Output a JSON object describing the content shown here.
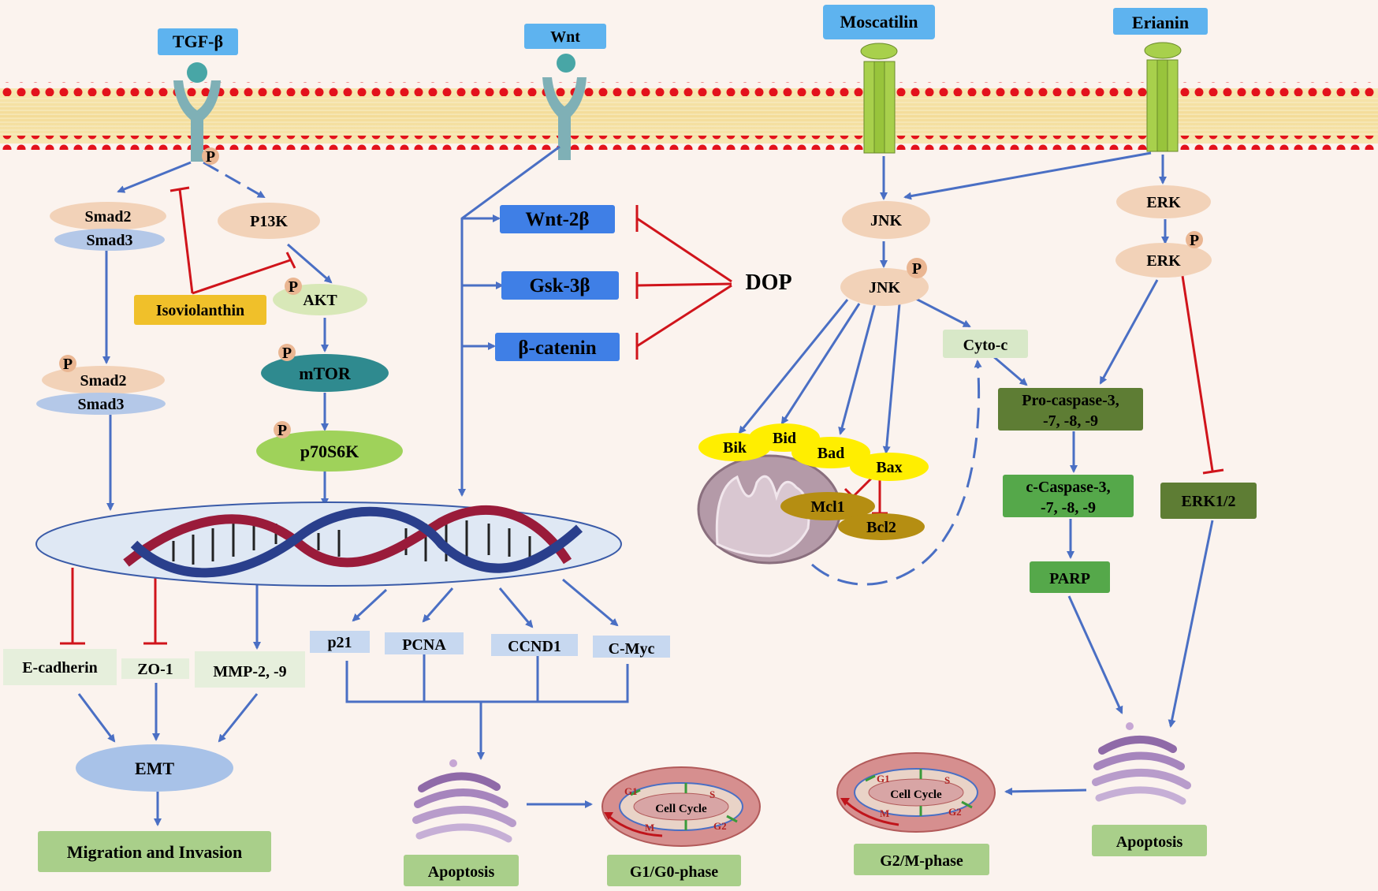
{
  "ligands": {
    "tgf_beta": "TGF-β",
    "wnt": "Wnt",
    "moscatilin": "Moscatilin",
    "erianin": "Erianin"
  },
  "phospho": "P",
  "tgf_pathway": {
    "smad2": "Smad2",
    "smad3": "Smad3",
    "p13k": "P13K",
    "akt": "AKT",
    "mtor": "mTOR",
    "p70s6k": "p70S6K",
    "isoviolanthin": "Isoviolanthin"
  },
  "wnt_pathway": {
    "wnt2b": "Wnt-2β",
    "gsk3b": "Gsk-3β",
    "b_catenin": "β-catenin",
    "dop": "DOP"
  },
  "dna_targets": {
    "e_cadherin": "E-cadherin",
    "zo1": "ZO-1",
    "mmp": "MMP-2,  -9",
    "emt": "EMT",
    "migration": "Migration and Invasion",
    "p21": "p21",
    "pcna": "PCNA",
    "ccnd1": "CCND1",
    "cmyc": "C-Myc"
  },
  "jnk_pathway": {
    "jnk": "JNK",
    "jnk_p": "JNK",
    "cyto_c": "Cyto-c",
    "bik": "Bik",
    "bid": "Bid",
    "bad": "Bad",
    "bax": "Bax",
    "mcl1": "Mcl1",
    "bcl2": "Bcl2"
  },
  "erk_pathway": {
    "erk": "ERK",
    "erk_p": "ERK",
    "procaspase_l1": "Pro-caspase-3,",
    "procaspase_l2": "-7, -8, -9",
    "ccaspase_l1": "c-Caspase-3,",
    "ccaspase_l2": "-7, -8, -9",
    "parp": "PARP",
    "erk12": "ERK1/2"
  },
  "outcomes": {
    "apoptosis_left": "Apoptosis",
    "g1g0": "G1/G0-phase",
    "g2m": "G2/M-phase",
    "apoptosis_right": "Apoptosis"
  },
  "cell_cycle": {
    "label": "Cell Cycle",
    "g1": "G1",
    "s": "S",
    "g2": "G2",
    "m": "M"
  },
  "colors": {
    "activation": "#4a6fc4",
    "inhibition": "#d0141b",
    "membrane_head": "#e3121c",
    "background": "#fbf3ee"
  }
}
